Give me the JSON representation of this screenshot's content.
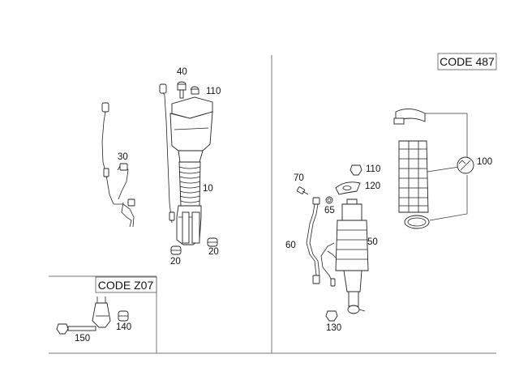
{
  "diagram": {
    "code_labels": {
      "code_487": "CODE 487",
      "code_z07": "CODE Z07"
    },
    "callouts": {
      "p40": "40",
      "p110_left": "110",
      "p30": "30",
      "p10": "10",
      "p20_a": "20",
      "p20_b": "20",
      "p70": "70",
      "p110_right": "110",
      "p120": "120",
      "p65": "65",
      "p60": "60",
      "p50": "50",
      "p130": "130",
      "p100": "100",
      "p150": "150",
      "p140": "140"
    }
  }
}
